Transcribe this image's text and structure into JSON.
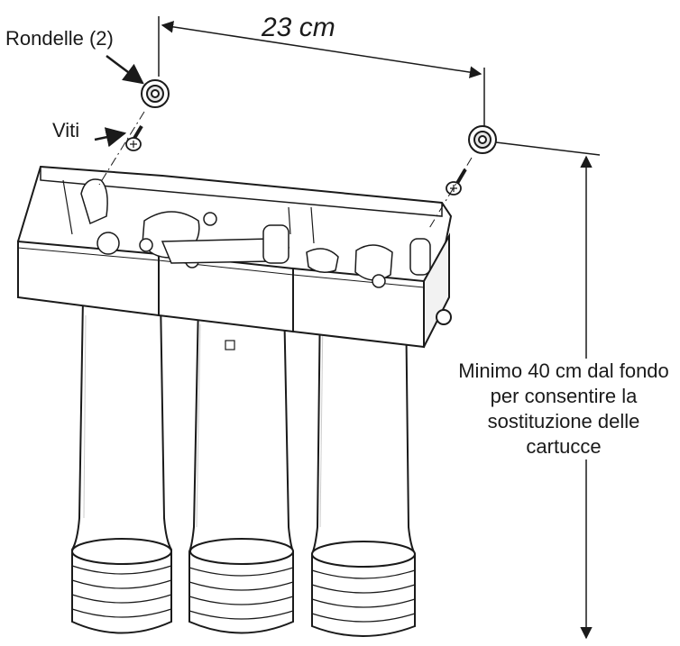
{
  "labels": {
    "washers": "Rondelle (2)",
    "screws": "Viti",
    "mount_width": "23 cm",
    "clearance_note": "Minimo 40 cm dal fondo per consentire la sostituzione delle cartucce"
  },
  "colors": {
    "line": "#1a1a1a",
    "fill": "#ffffff",
    "shade": "#e6e6e6"
  }
}
